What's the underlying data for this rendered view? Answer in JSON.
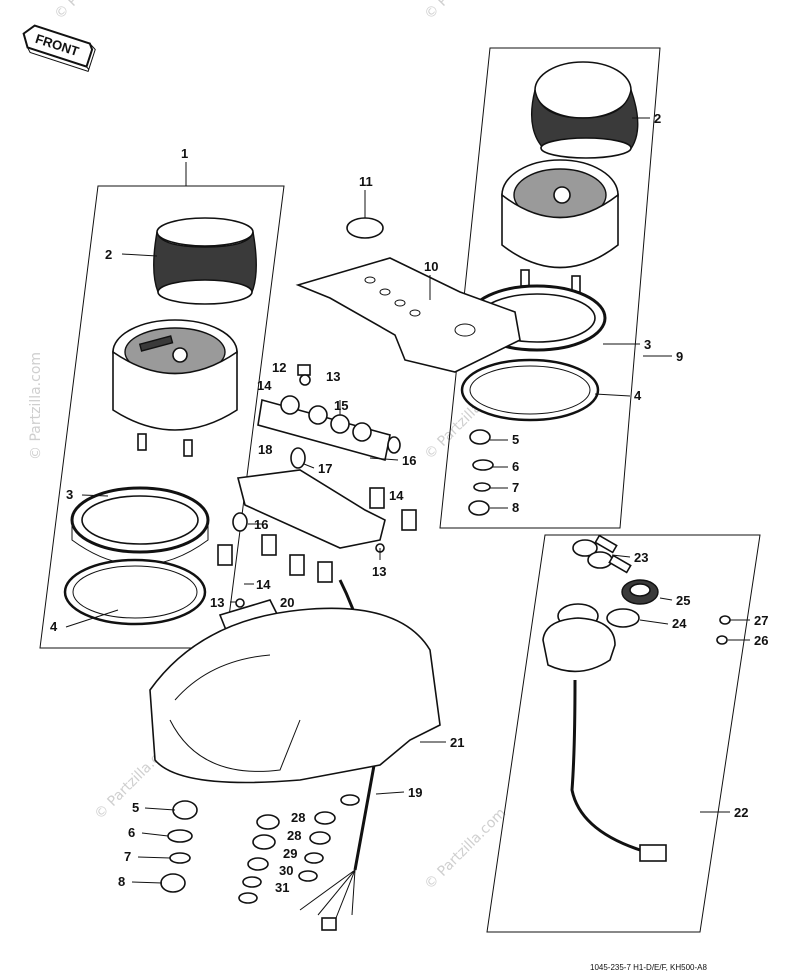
{
  "front_label": "FRONT",
  "watermark": "© Partzilla.com",
  "footer": "1045-235-7  H1-D/E/F, KH500-A8",
  "callouts": [
    {
      "id": "c1",
      "label": "1"
    },
    {
      "id": "c2a",
      "label": "2"
    },
    {
      "id": "c2b",
      "label": "2"
    },
    {
      "id": "c3a",
      "label": "3"
    },
    {
      "id": "c3b",
      "label": "3"
    },
    {
      "id": "c4a",
      "label": "4"
    },
    {
      "id": "c4b",
      "label": "4"
    },
    {
      "id": "c5a",
      "label": "5"
    },
    {
      "id": "c5b",
      "label": "5"
    },
    {
      "id": "c6a",
      "label": "6"
    },
    {
      "id": "c6b",
      "label": "6"
    },
    {
      "id": "c7a",
      "label": "7"
    },
    {
      "id": "c7b",
      "label": "7"
    },
    {
      "id": "c8a",
      "label": "8"
    },
    {
      "id": "c8b",
      "label": "8"
    },
    {
      "id": "c9",
      "label": "9"
    },
    {
      "id": "c10",
      "label": "10"
    },
    {
      "id": "c11",
      "label": "11"
    },
    {
      "id": "c12",
      "label": "12"
    },
    {
      "id": "c13a",
      "label": "13"
    },
    {
      "id": "c13b",
      "label": "13"
    },
    {
      "id": "c13c",
      "label": "13"
    },
    {
      "id": "c14a",
      "label": "14"
    },
    {
      "id": "c14b",
      "label": "14"
    },
    {
      "id": "c14c",
      "label": "14"
    },
    {
      "id": "c15",
      "label": "15"
    },
    {
      "id": "c16a",
      "label": "16"
    },
    {
      "id": "c16b",
      "label": "16"
    },
    {
      "id": "c17",
      "label": "17"
    },
    {
      "id": "c18",
      "label": "18"
    },
    {
      "id": "c19",
      "label": "19"
    },
    {
      "id": "c20",
      "label": "20"
    },
    {
      "id": "c21",
      "label": "21"
    },
    {
      "id": "c22",
      "label": "22"
    },
    {
      "id": "c23",
      "label": "23"
    },
    {
      "id": "c24",
      "label": "24"
    },
    {
      "id": "c25",
      "label": "25"
    },
    {
      "id": "c26",
      "label": "26"
    },
    {
      "id": "c27",
      "label": "27"
    },
    {
      "id": "c28a",
      "label": "28"
    },
    {
      "id": "c28b",
      "label": "28"
    },
    {
      "id": "c29",
      "label": "29"
    },
    {
      "id": "c30",
      "label": "30"
    },
    {
      "id": "c31",
      "label": "31"
    }
  ]
}
